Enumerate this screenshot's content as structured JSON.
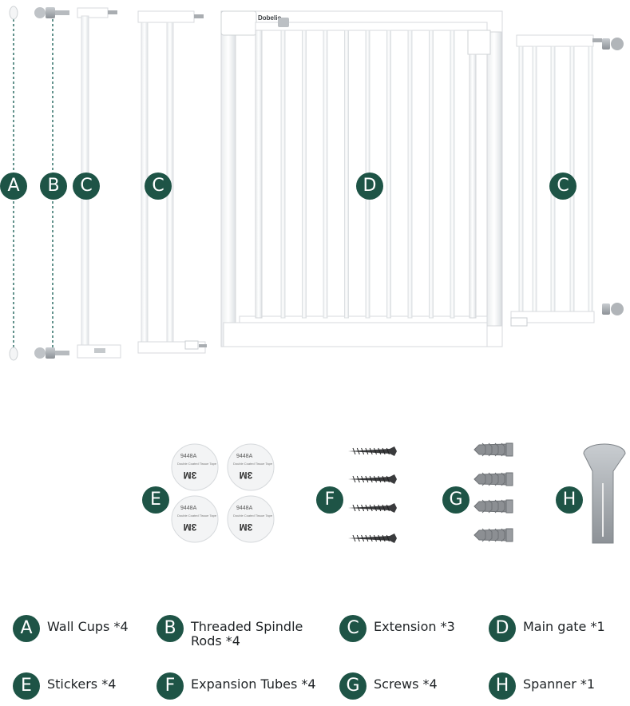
{
  "brand_label": "Dobelio",
  "tape_print": {
    "code": "9448A",
    "brand": "3M",
    "line": "Double Coated Tissue Tape"
  },
  "diagram_badges": [
    {
      "letter": "A"
    },
    {
      "letter": "B"
    },
    {
      "letter": "C"
    },
    {
      "letter": "C"
    },
    {
      "letter": "D"
    },
    {
      "letter": "C"
    },
    {
      "letter": "E"
    },
    {
      "letter": "F"
    },
    {
      "letter": "G"
    },
    {
      "letter": "H"
    }
  ],
  "legend": [
    {
      "letter": "A",
      "text": "Wall Cups *4"
    },
    {
      "letter": "B",
      "text": "Threaded Spindle\nRods *4"
    },
    {
      "letter": "C",
      "text": "Extension *3"
    },
    {
      "letter": "D",
      "text": "Main gate *1"
    },
    {
      "letter": "E",
      "text": "Stickers *4"
    },
    {
      "letter": "F",
      "text": "Expansion Tubes *4"
    },
    {
      "letter": "G",
      "text": "Screws *4"
    },
    {
      "letter": "H",
      "text": "Spanner *1"
    }
  ],
  "colors": {
    "badge": "#1e5446",
    "frame": "#ffffff",
    "frame_stroke": "#d7dadd",
    "metal": "#a9adb1",
    "screw": "#3a3b3d",
    "plug": "#8c8f93",
    "guide_line": "#2f6e66"
  }
}
